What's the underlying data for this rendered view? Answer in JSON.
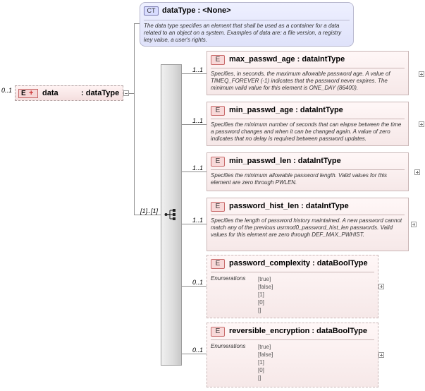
{
  "root": {
    "multiplicity": "0..1",
    "badge": "E",
    "name": "data",
    "type": ": dataType"
  },
  "complex_type": {
    "badge": "CT",
    "title": "dataType : <None>",
    "description": "The data type specifies an element that shall be used as a container for a data related to an object on a system. Examples of data are: a file version, a registry key value, a user's rights."
  },
  "sequence": {
    "multiplicity": "[1]..[1]"
  },
  "children": [
    {
      "multiplicity": "1..1",
      "badge": "E",
      "title": "max_passwd_age : dataIntType",
      "description": "Specifies, in seconds, the maximum allowable password age. A value of TIMEQ_FOREVER (-1) indicates that the password never expires. The minimum valid value for this element is ONE_DAY (86400)."
    },
    {
      "multiplicity": "1..1",
      "badge": "E",
      "title": "min_passwd_age : dataIntType",
      "description": "Specifies the minimum number of seconds that can elapse between the time a password changes and when it can be changed again. A value of zero indicates that no delay is required between password updates."
    },
    {
      "multiplicity": "1..1",
      "badge": "E",
      "title": "min_passwd_len : dataIntType",
      "description": "Specifies the minimum allowable password length. Valid values for this element are zero through PWLEN."
    },
    {
      "multiplicity": "1..1",
      "badge": "E",
      "title": "password_hist_len : dataIntType",
      "description": "Specifies the length of password history maintained. A new password cannot match any of the previous usrmod0_password_hist_len passwords. Valid values for this element are zero through DEF_MAX_PWHIST."
    },
    {
      "multiplicity": "0..1",
      "badge": "E",
      "title": "password_complexity : dataBoolType",
      "enumerations_label": "Enumerations",
      "enumerations": [
        "[true]",
        "[false]",
        "[1]",
        "[0]",
        "[]"
      ]
    },
    {
      "multiplicity": "0..1",
      "badge": "E",
      "title": "reversible_encryption : dataBoolType",
      "enumerations_label": "Enumerations",
      "enumerations": [
        "[true]",
        "[false]",
        "[1]",
        "[0]",
        "[]"
      ]
    }
  ]
}
